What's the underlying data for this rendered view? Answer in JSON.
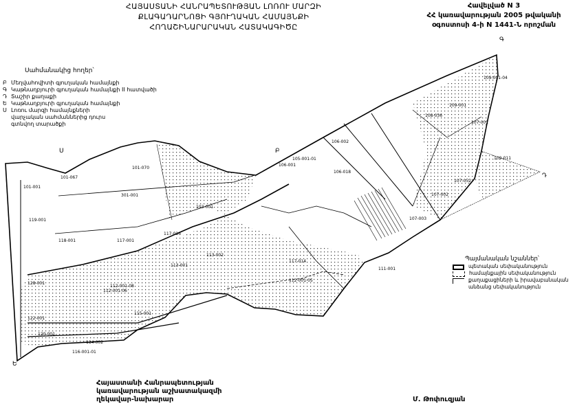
{
  "header": {
    "title_lines": [
      "ՀԱՅԱՍՏԱՆԻ ՀԱՆՐԱՊԵՏՈՒԹՅԱՆ ԼՈՌՈՒ ՄԱՐԶԻ",
      "ՔԼԱԳԱԴԱՐՆՈՑԻ ԳՅՈՒՂԱԿԱՆ ՀԱՄԱՅՆՔԻ",
      "ՀՈՂԱՇԻՆԱՐԱՐԱԿԱՆ ՀԱՏԱԿԱԳԻԾԸ"
    ],
    "approval_lines": [
      "Հավելված N 3",
      "ՀՀ կառավարության 2005 թվականի",
      "օգոստոսի 4-ի N 1441-Ն որոշման"
    ]
  },
  "adjacent_lands": {
    "title": "Սահմանակից հողեր՝",
    "items": [
      {
        "key": "Բ",
        "text": "Մեղվահովիտի գյուղական համայնքի"
      },
      {
        "key": "Գ",
        "text": "Կաթնաղբյուրի գյուղական համայնքի II հատվածի"
      },
      {
        "key": "Դ",
        "text": "Տաշիր քաղաքի"
      },
      {
        "key": "Ե",
        "text": "Կաթնաղբյուրի գյուղական համայնքի"
      },
      {
        "key": "Ս",
        "text": "Լոռու մարզի համայնքների վարչական սահմաններից դուրս գտնվող տարածքի"
      }
    ]
  },
  "conventional_signs": {
    "title": "Պայմանական նշաններ՝",
    "items": [
      {
        "text": "պետական սեփականություն"
      },
      {
        "text": "համայնքային սեփականություն"
      },
      {
        "text": "քաղաքացիների և իրավաբանական անձանց սեփականություն"
      }
    ]
  },
  "map": {
    "boundary_points": [
      "Ս",
      "Բ",
      "Գ",
      "Դ",
      "Ե"
    ],
    "parcel_labels": [
      "101-001",
      "301-001",
      "101-070",
      "101-067",
      "103-001",
      "119-001",
      "118-001",
      "117-001",
      "117-016",
      "128-001",
      "113-001",
      "113-002",
      "112-001-08",
      "112-001-06",
      "122-001",
      "115-001",
      "114-002",
      "116-001-01",
      "120-001",
      "106-001",
      "105-001-01",
      "106-002",
      "106-018",
      "109-001-04",
      "109-001",
      "108-036",
      "107-001",
      "109-011",
      "107-052",
      "107-002",
      "107-003",
      "111-001",
      "117-014",
      "112-001-05"
    ]
  },
  "footer": {
    "position_lines": [
      "Հայաստանի Հանրապետության",
      "կառավարության աշխատակազմի",
      "ղեկավար-նախարար"
    ],
    "signatory": "Մ. Թոփուզյան"
  }
}
